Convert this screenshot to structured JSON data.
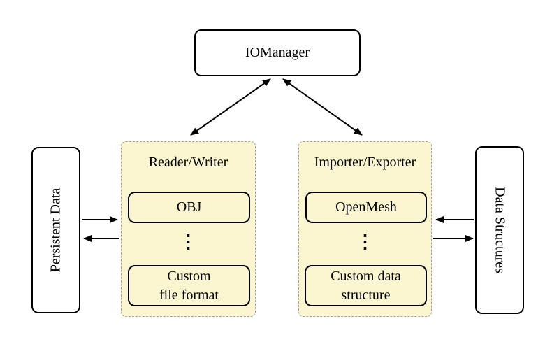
{
  "diagram": {
    "colors": {
      "group_fill": "#fbf6cf",
      "group_dash_border": "#a0a0a0",
      "node_border": "#000000",
      "arrow_color": "#000000",
      "background": "#ffffff"
    }
  },
  "nodes": {
    "io_manager": "IOManager",
    "persistent_data": "Persistent Data",
    "data_structures": "Data Structures"
  },
  "groups": {
    "reader_writer": {
      "title": "Reader/Writer",
      "item_top": "OBJ",
      "dots": "⋮",
      "item_bottom": "Custom\nfile format"
    },
    "importer_exporter": {
      "title": "Importer/Exporter",
      "item_top": "OpenMesh",
      "dots": "⋮",
      "item_bottom": "Custom data\nstructure"
    }
  }
}
